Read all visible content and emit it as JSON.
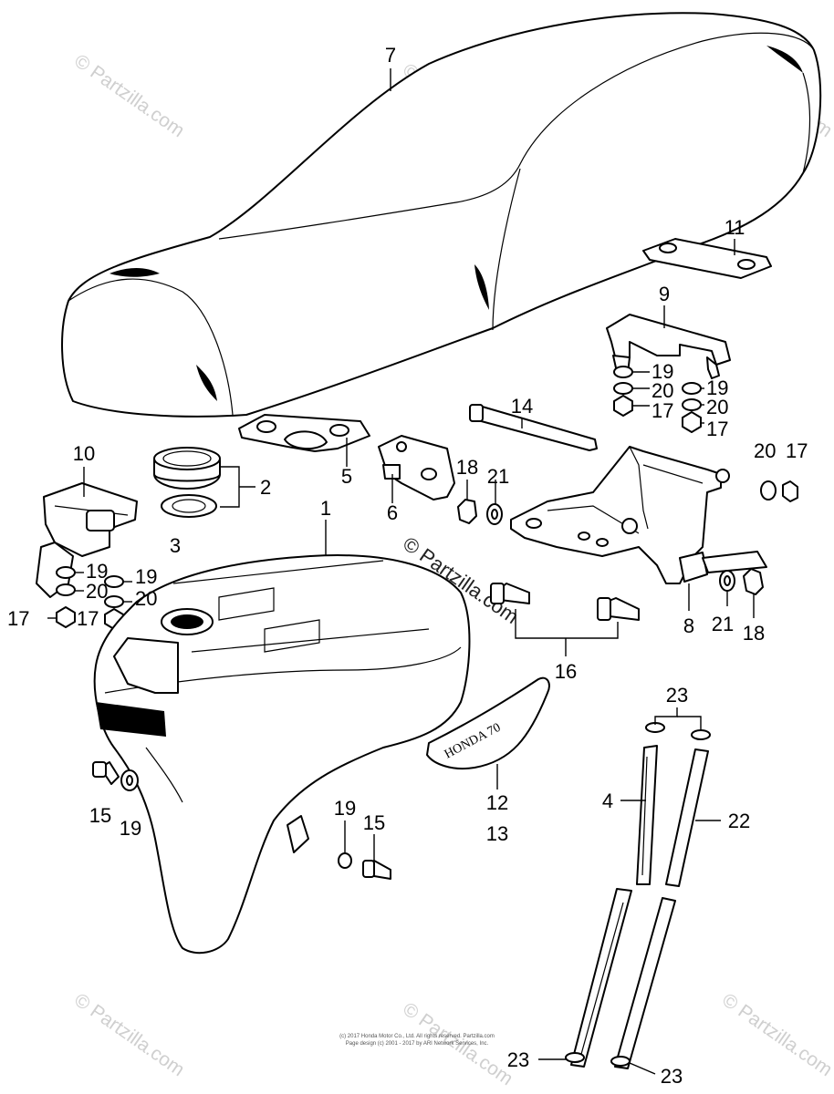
{
  "diagram": {
    "watermark_text": "© Partzilla.com",
    "copyright_line": "(c) 2017 Honda Motor Co., Ltd. All rights reserved. Partzilla.com",
    "footer_line": "Page design (c) 2001 - 2017 by ARI Network Services, Inc.",
    "emblem_text": "HONDA 70",
    "labels": {
      "l7": "7",
      "l11": "11",
      "l9": "9",
      "l14": "14",
      "l19a": "19",
      "l20a": "20",
      "l17a": "17",
      "l19b": "19",
      "l20b": "20",
      "l17b": "17",
      "l20c": "20",
      "l17c": "17",
      "l10": "10",
      "l2": "2",
      "l3": "3",
      "l5": "5",
      "l6": "6",
      "l18a": "18",
      "l21a": "21",
      "l1": "1",
      "l19c": "19",
      "l20d": "20",
      "l17d": "17",
      "l19d": "19",
      "l20e": "20",
      "l17e": "17",
      "l8": "8",
      "l21b": "21",
      "l18b": "18",
      "l16": "16",
      "l23a": "23",
      "l4": "4",
      "l22": "22",
      "l12": "12",
      "l13": "13",
      "l15a": "15",
      "l19e": "19",
      "l19f": "19",
      "l15b": "15",
      "l23b": "23",
      "l23c": "23"
    }
  }
}
